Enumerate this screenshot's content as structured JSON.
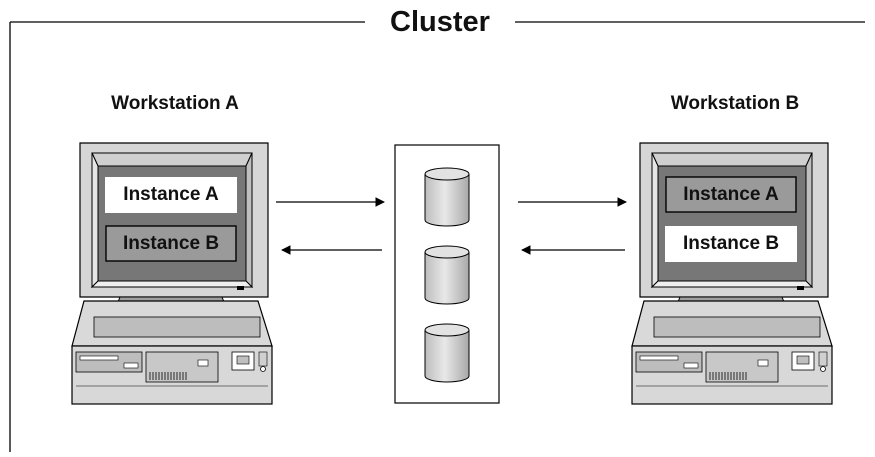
{
  "diagram": {
    "title": "Cluster",
    "workstations": [
      {
        "name": "Workstation A",
        "instances": [
          {
            "label": "Instance A",
            "state": "active"
          },
          {
            "label": "Instance B",
            "state": "inactive"
          }
        ]
      },
      {
        "name": "Workstation B",
        "instances": [
          {
            "label": "Instance A",
            "state": "inactive"
          },
          {
            "label": "Instance B",
            "state": "active"
          }
        ]
      }
    ],
    "storage": {
      "disk_count": 3
    },
    "colors": {
      "active_instance": "#ffffff",
      "inactive_instance": "#9a9a9a",
      "monitor_bezel": "#d6d6d6",
      "screen": "#777777",
      "line": "#000000"
    }
  }
}
